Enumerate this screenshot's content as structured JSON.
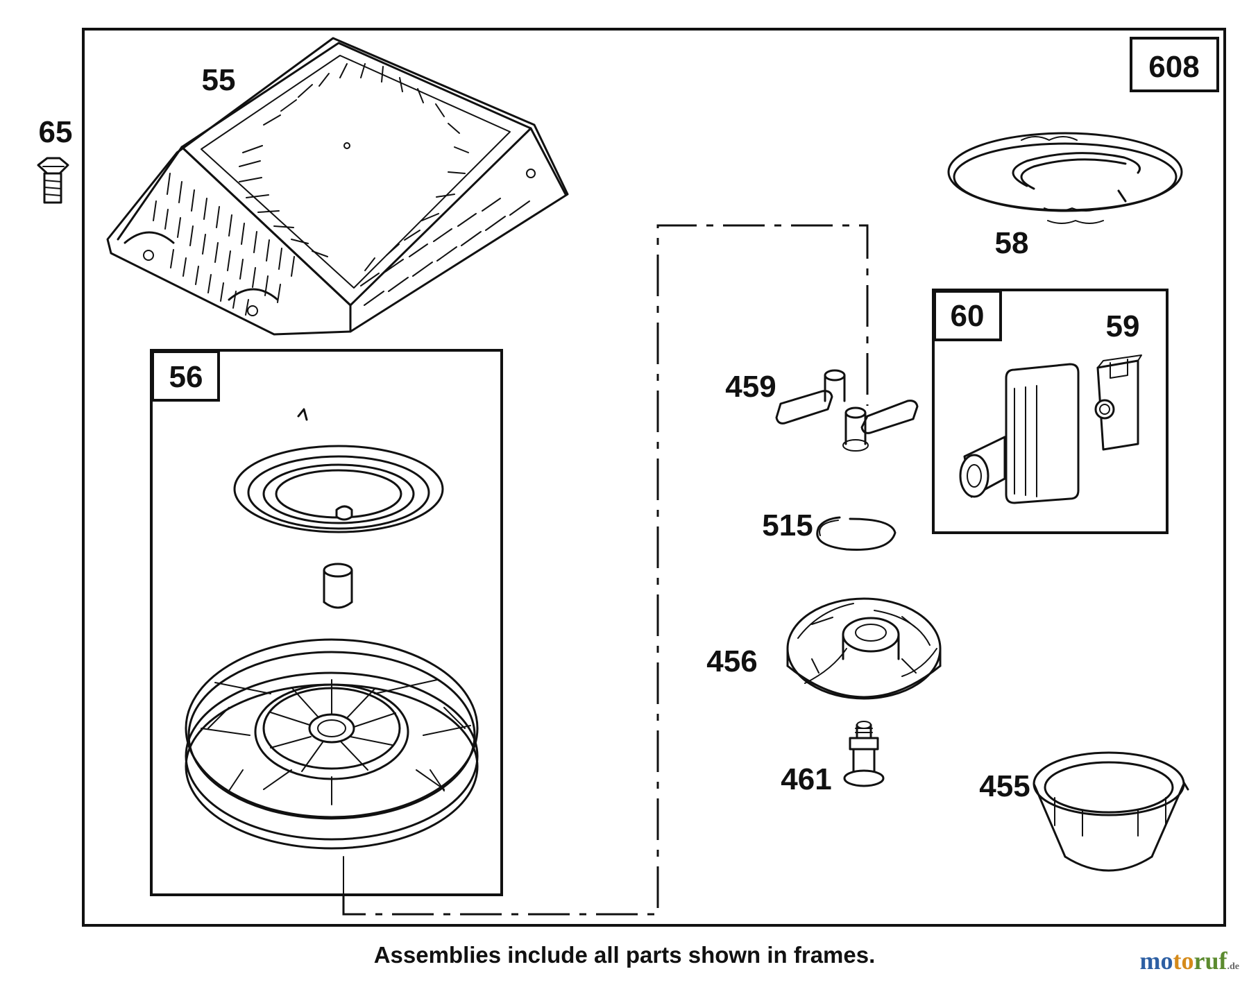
{
  "frame": {
    "assembly_number": "608"
  },
  "parts": {
    "p55": "55",
    "p65": "65",
    "p56": "56",
    "p58": "58",
    "p60": "60",
    "p59": "59",
    "p459": "459",
    "p515": "515",
    "p456": "456",
    "p461": "461",
    "p455": "455"
  },
  "caption": "Assemblies include all parts shown in frames.",
  "watermark": {
    "a": "mo",
    "b": "to",
    "c": "ruf",
    "d": ".de"
  }
}
